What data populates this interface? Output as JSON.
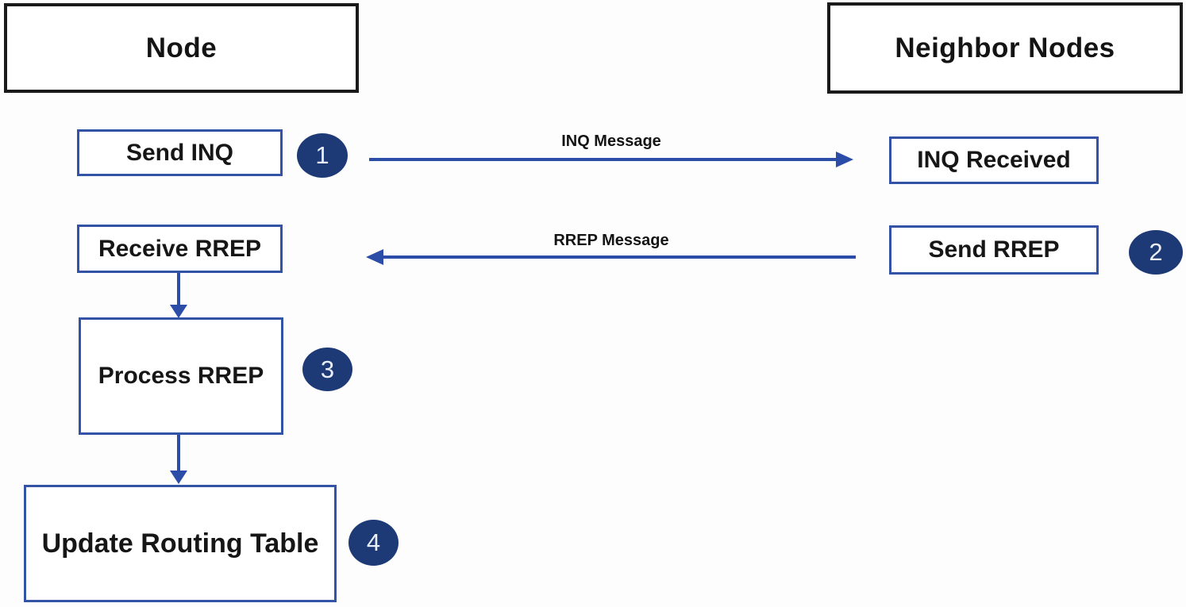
{
  "headers": {
    "node": "Node",
    "neighbor_nodes": "Neighbor Nodes"
  },
  "boxes": {
    "send_inq": "Send INQ",
    "inq_received": "INQ Received",
    "receive_rrep": "Receive RREP",
    "send_rrep": "Send RREP",
    "process_rrep": "Process RREP",
    "update_routing_table": "Update Routing Table"
  },
  "arrows": {
    "inq_message": "INQ Message",
    "rrep_message": "RREP Message"
  },
  "step_badges": {
    "step1": "1",
    "step2": "2",
    "step3": "3",
    "step4": "4"
  },
  "colors": {
    "header_border_black": "#1a1a1a",
    "box_border_blue": "#3353a6",
    "arrow_blue": "#2b4da8",
    "badge_navy": "#1e3a76",
    "text_black": "#141414",
    "badge_text": "#e9eef8",
    "background": "#fdfdfd"
  }
}
